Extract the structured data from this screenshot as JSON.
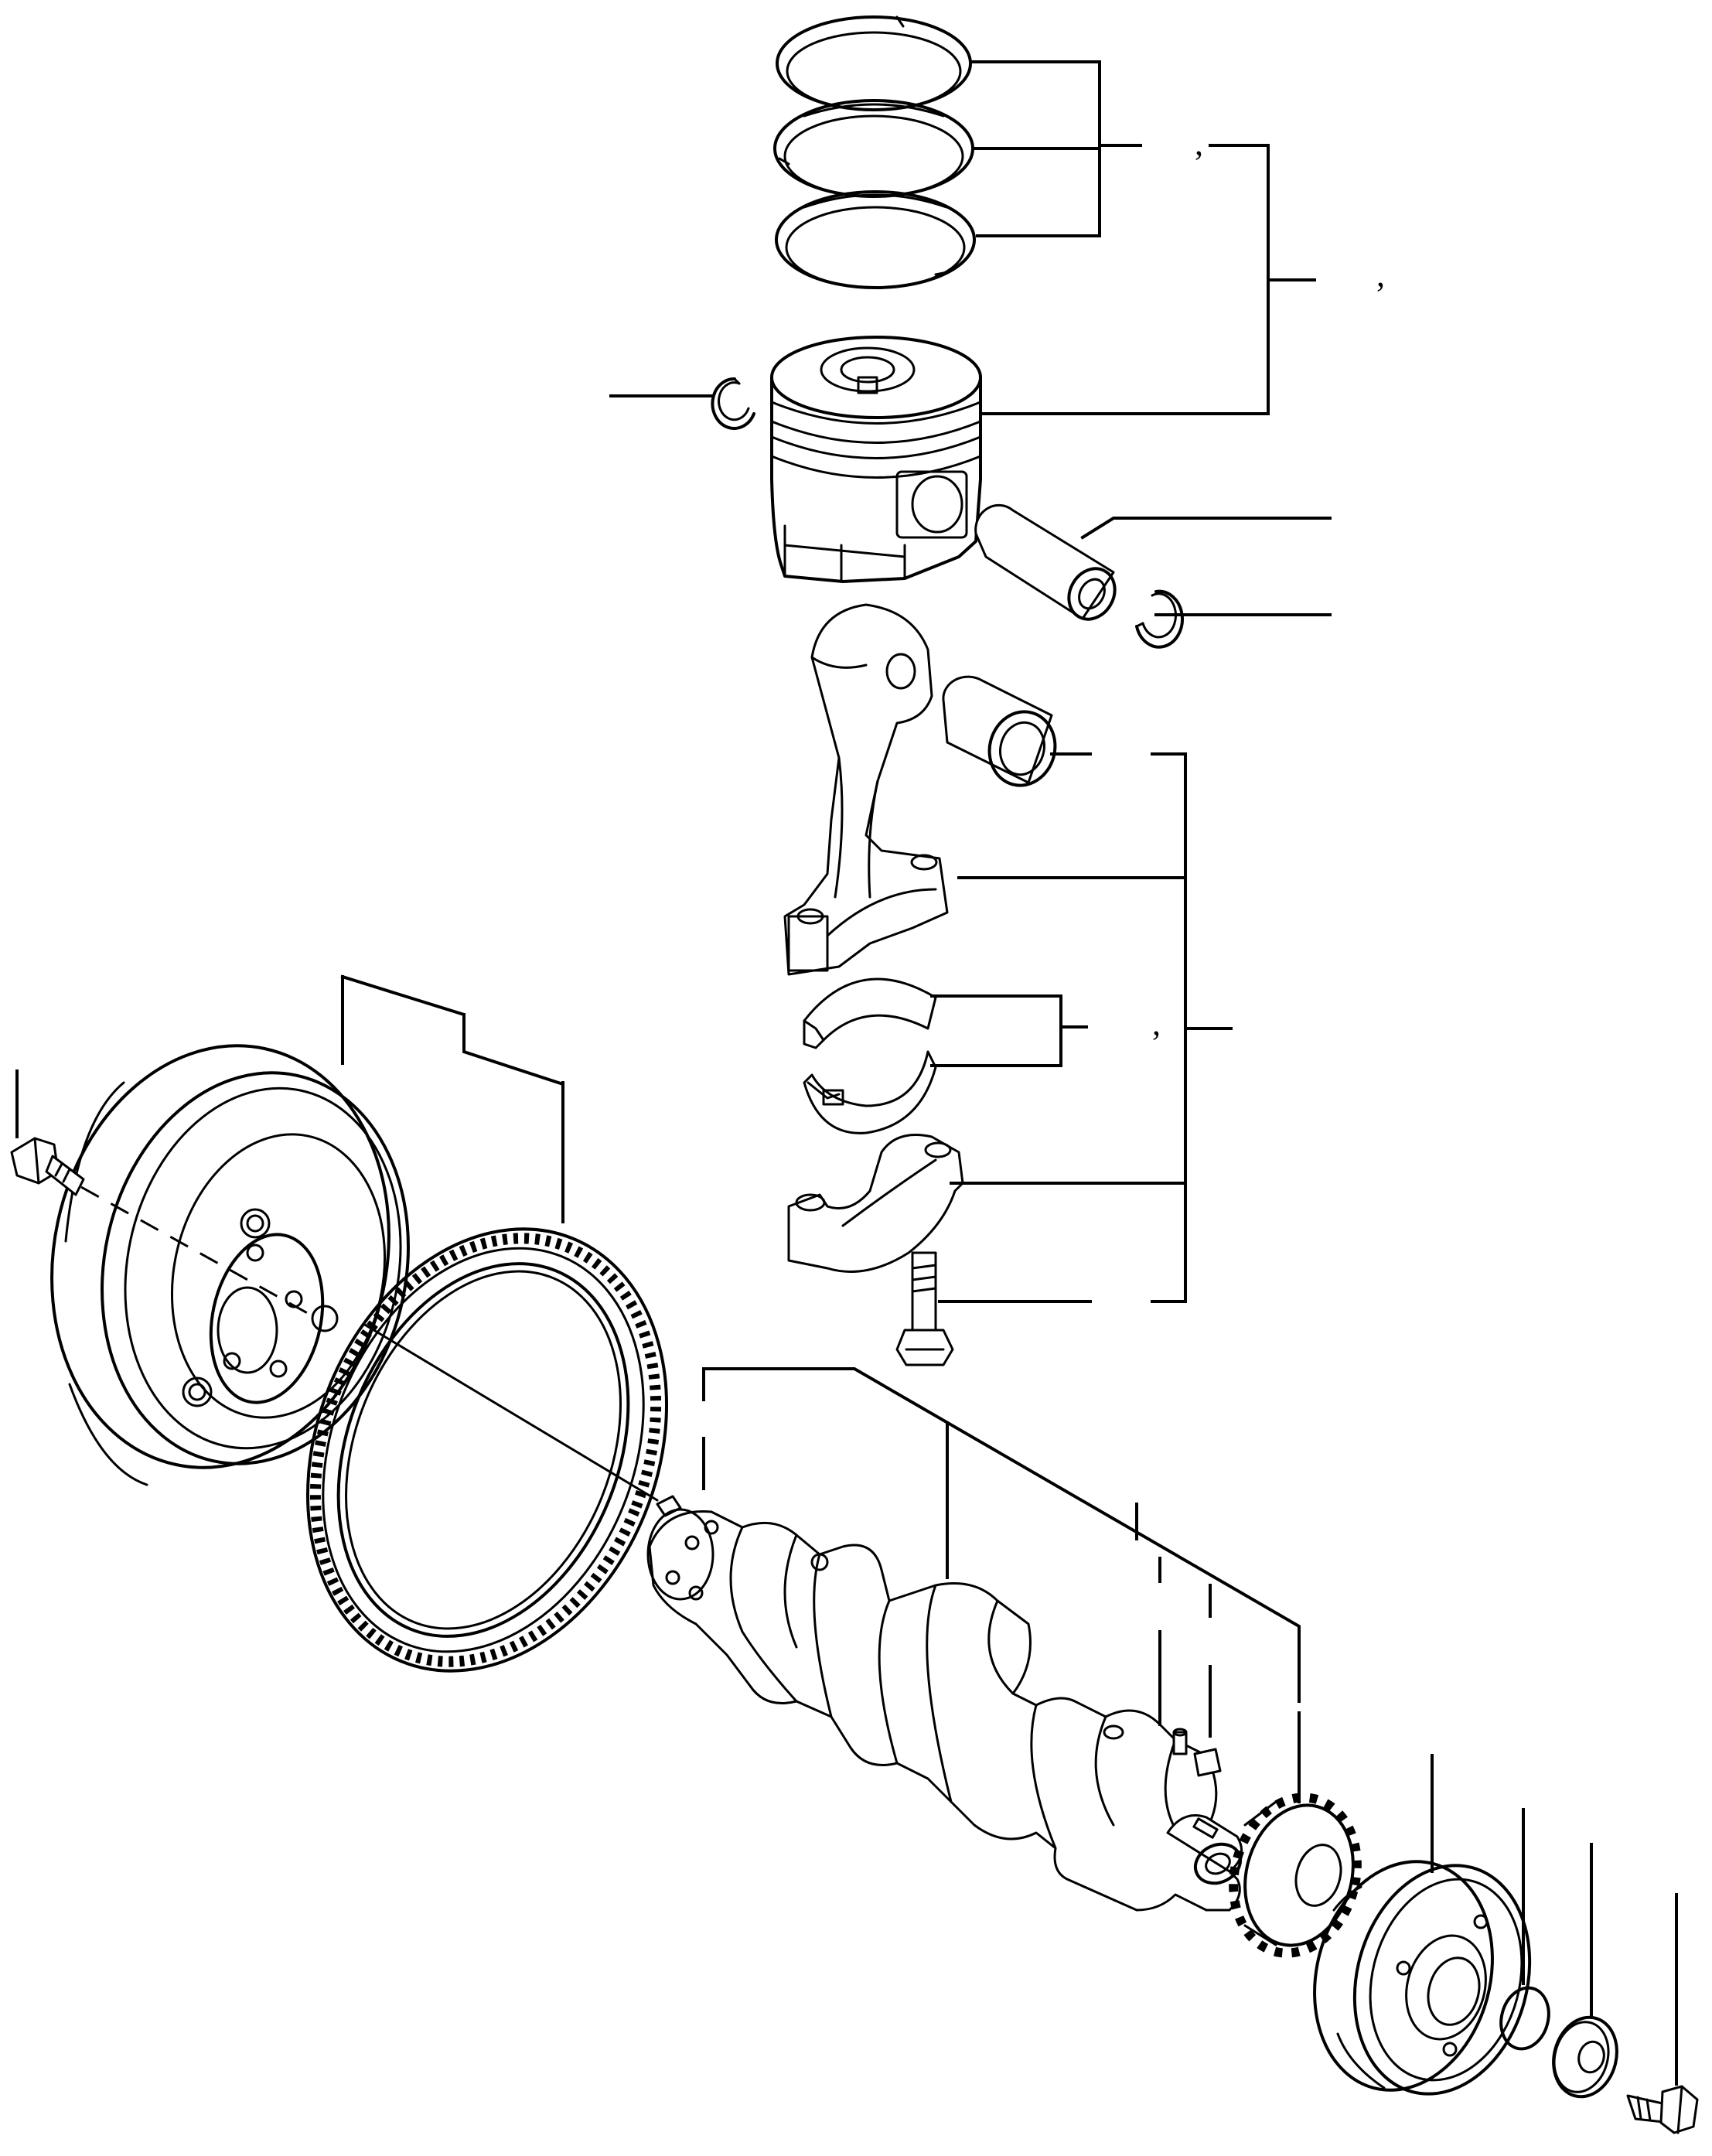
{
  "diagram": {
    "kind": "exploded parts diagram",
    "line_color": "#000000",
    "background": "#ffffff",
    "callout_marks": [
      ",",
      ",",
      ",",
      ","
    ],
    "parts": [
      "piston-ring-top",
      "piston-ring-middle",
      "piston-ring-oil",
      "piston",
      "circlip-left",
      "piston-pin",
      "circlip-right",
      "connecting-rod",
      "small-end-bushing",
      "bearing-shell-upper",
      "bearing-shell-lower",
      "rod-cap",
      "rod-bolt",
      "flywheel",
      "flywheel-bolt",
      "ring-gear",
      "dowel-pin",
      "crankshaft",
      "roll-pin",
      "woodruff-key",
      "timing-gear",
      "crankshaft-pulley",
      "o-ring",
      "washer",
      "pulley-bolt"
    ]
  }
}
